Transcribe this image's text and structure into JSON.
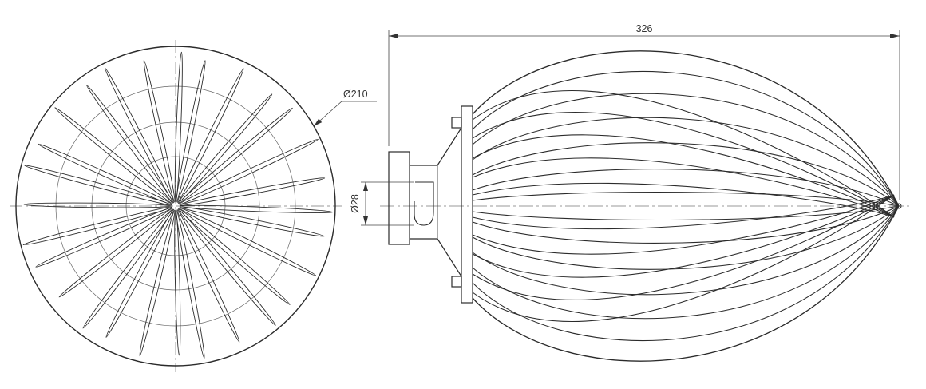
{
  "drawing": {
    "type": "technical-drawing",
    "subject": "balloon whisk attachment, end view and side view",
    "dimensions": {
      "overall_length": "326",
      "end_view_diameter": "Ø210",
      "shaft_diameter": "Ø28"
    },
    "colors": {
      "line": "#2b2b2b",
      "thin_line": "#666666",
      "centerline": "#777777",
      "background": "#ffffff"
    }
  }
}
